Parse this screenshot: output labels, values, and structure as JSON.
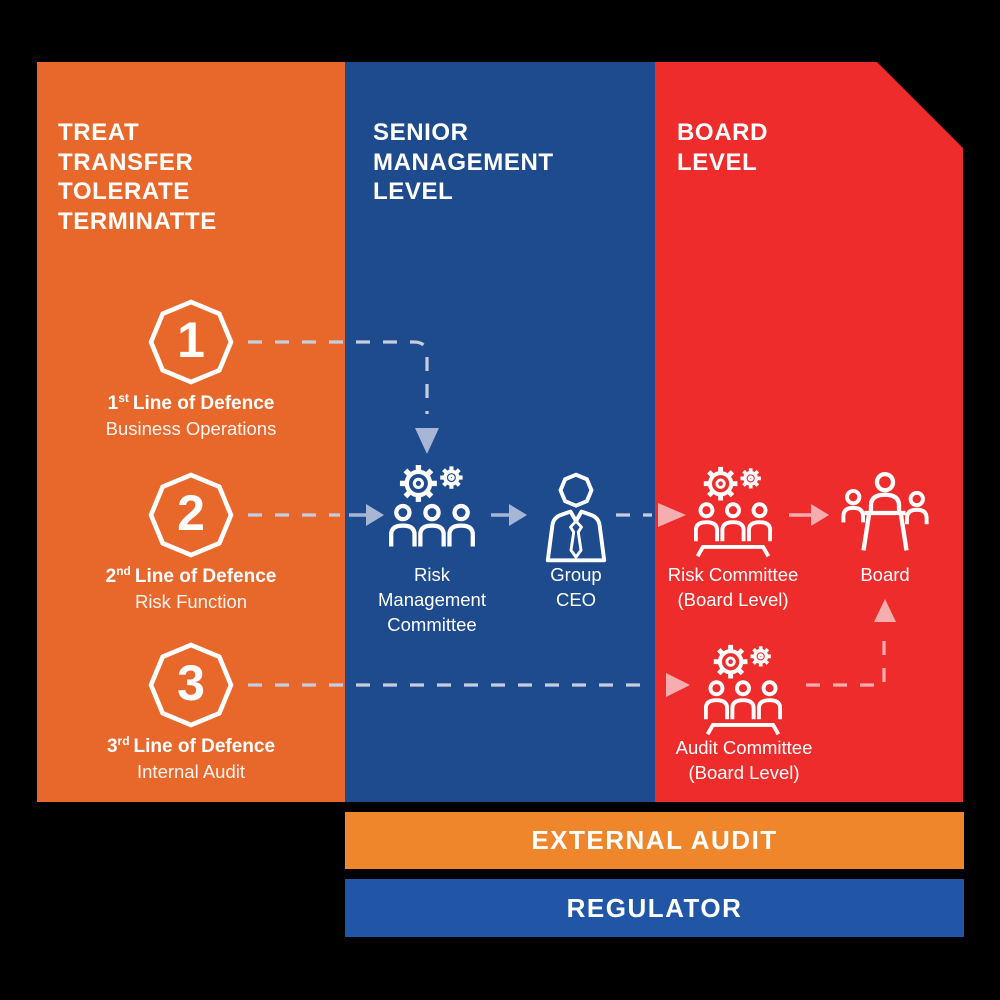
{
  "colors": {
    "background": "#000000",
    "orange_column": "#E8682C",
    "blue_column": "#1E4B8D",
    "red_column": "#EE2C2B",
    "external_audit_bar": "#F0862B",
    "regulator_bar": "#2156A6",
    "connector_light": "#C5CDDE",
    "connector_solid": "#A6B6D4",
    "connector_pink": "#F5ADAF",
    "white": "#FFFFFF"
  },
  "left_column": {
    "heading_lines": [
      "TREAT",
      "TRANSFER",
      "TOLERATE",
      "TERMINATTE"
    ],
    "lines_of_defence": [
      {
        "number": "1",
        "ordinal_suffix": "st",
        "line_label": "Line of Defence",
        "sublabel": "Business Operations",
        "icon": "octagon-1-icon"
      },
      {
        "number": "2",
        "ordinal_suffix": "nd",
        "line_label": "Line of Defence",
        "sublabel": "Risk Function",
        "icon": "octagon-2-icon"
      },
      {
        "number": "3",
        "ordinal_suffix": "rd",
        "line_label": "Line of Defence",
        "sublabel": "Internal Audit",
        "icon": "octagon-3-icon"
      }
    ]
  },
  "middle_column": {
    "heading_lines": [
      "SENIOR",
      "MANAGEMENT",
      "LEVEL"
    ],
    "nodes": [
      {
        "icon": "committee-icon",
        "label_lines": [
          "Risk",
          "Management",
          "Committee"
        ]
      },
      {
        "icon": "ceo-icon",
        "label_lines": [
          "Group",
          "CEO"
        ]
      }
    ]
  },
  "right_column": {
    "heading_lines": [
      "BOARD",
      "LEVEL"
    ],
    "nodes": [
      {
        "icon": "board-committee-icon",
        "label_lines": [
          "Risk Committee",
          "(Board Level)"
        ]
      },
      {
        "icon": "board-icon",
        "label_lines": [
          "Board"
        ]
      },
      {
        "icon": "board-committee-icon",
        "label_lines": [
          "Audit Committee",
          "(Board Level)"
        ]
      }
    ]
  },
  "bottom_bars": [
    {
      "label": "EXTERNAL AUDIT"
    },
    {
      "label": "REGULATOR"
    }
  ]
}
